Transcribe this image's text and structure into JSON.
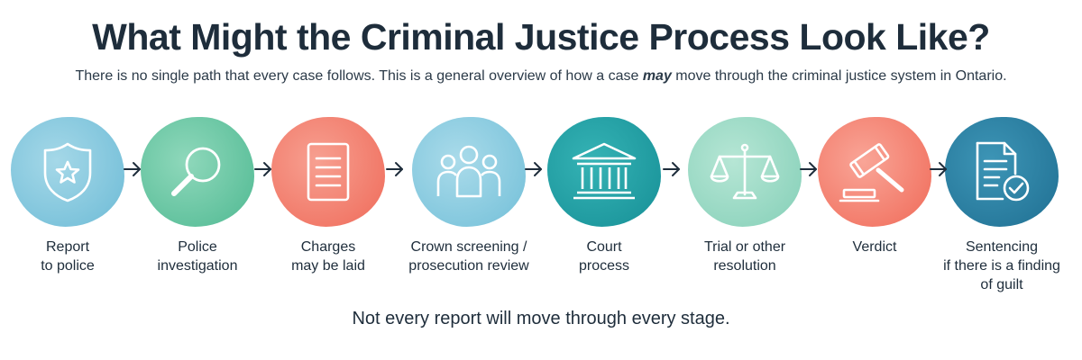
{
  "title": "What Might the Criminal Justice Process Look Like?",
  "subtitle_before": "There is no single path that every case follows. This is a general overview of how a case ",
  "subtitle_emphasis": "may",
  "subtitle_after": " move through the criminal justice system in Ontario.",
  "steps": [
    {
      "label_1": "Report",
      "label_2": "to police",
      "label_3": "",
      "icon": "police-badge-icon",
      "color": "#7cc3da"
    },
    {
      "label_1": "Police",
      "label_2": "investigation",
      "label_3": "",
      "icon": "magnifying-glass-icon",
      "color": "#63c6a3"
    },
    {
      "label_1": "Charges",
      "label_2": "may be laid",
      "label_3": "",
      "icon": "document-icon",
      "color": "#f2796a"
    },
    {
      "label_1": "Crown screening /",
      "label_2": "prosecution review",
      "label_3": "",
      "icon": "people-group-icon",
      "color": "#85c8de"
    },
    {
      "label_1": "Court",
      "label_2": "process",
      "label_3": "",
      "icon": "courthouse-icon",
      "color": "#1f9ea3"
    },
    {
      "label_1": "Trial or other",
      "label_2": "resolution",
      "label_3": "",
      "icon": "scales-icon",
      "color": "#8fd6bf"
    },
    {
      "label_1": "Verdict",
      "label_2": "",
      "label_3": "",
      "icon": "gavel-icon",
      "color": "#f57a68"
    },
    {
      "label_1": "Sentencing",
      "label_2": "if there is a finding",
      "label_3": "of guilt",
      "icon": "document-check-icon",
      "color": "#2a7fa1"
    }
  ],
  "footer": "Not every report will move through every stage."
}
